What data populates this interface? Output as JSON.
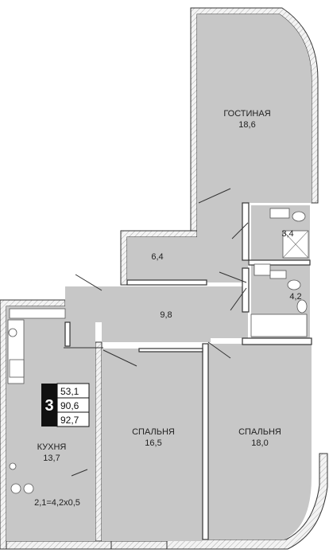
{
  "rooms": {
    "living": {
      "name": "ГОСТИНАЯ",
      "area": "18,6"
    },
    "hall": {
      "area": "6,4"
    },
    "corridor": {
      "area": "9,8"
    },
    "bath1": {
      "area": "3,4"
    },
    "bath2": {
      "area": "4,2"
    },
    "kitchen": {
      "name": "КУХНЯ",
      "area": "13,7"
    },
    "bedroom1": {
      "name": "СПАЛЬНЯ",
      "area": "16,5"
    },
    "bedroom2": {
      "name": "СПАЛЬНЯ",
      "area": "18,0"
    },
    "balcony": {
      "area": "2,1=4,2х0,5"
    }
  },
  "badge": {
    "rooms_count": "3",
    "living_area": "53,1",
    "total_area": "90,6",
    "total_with_balcony": "92,7"
  },
  "colors": {
    "room_fill": "#c7c7c7",
    "wall": "#333333",
    "badge_dark": "#111111"
  }
}
